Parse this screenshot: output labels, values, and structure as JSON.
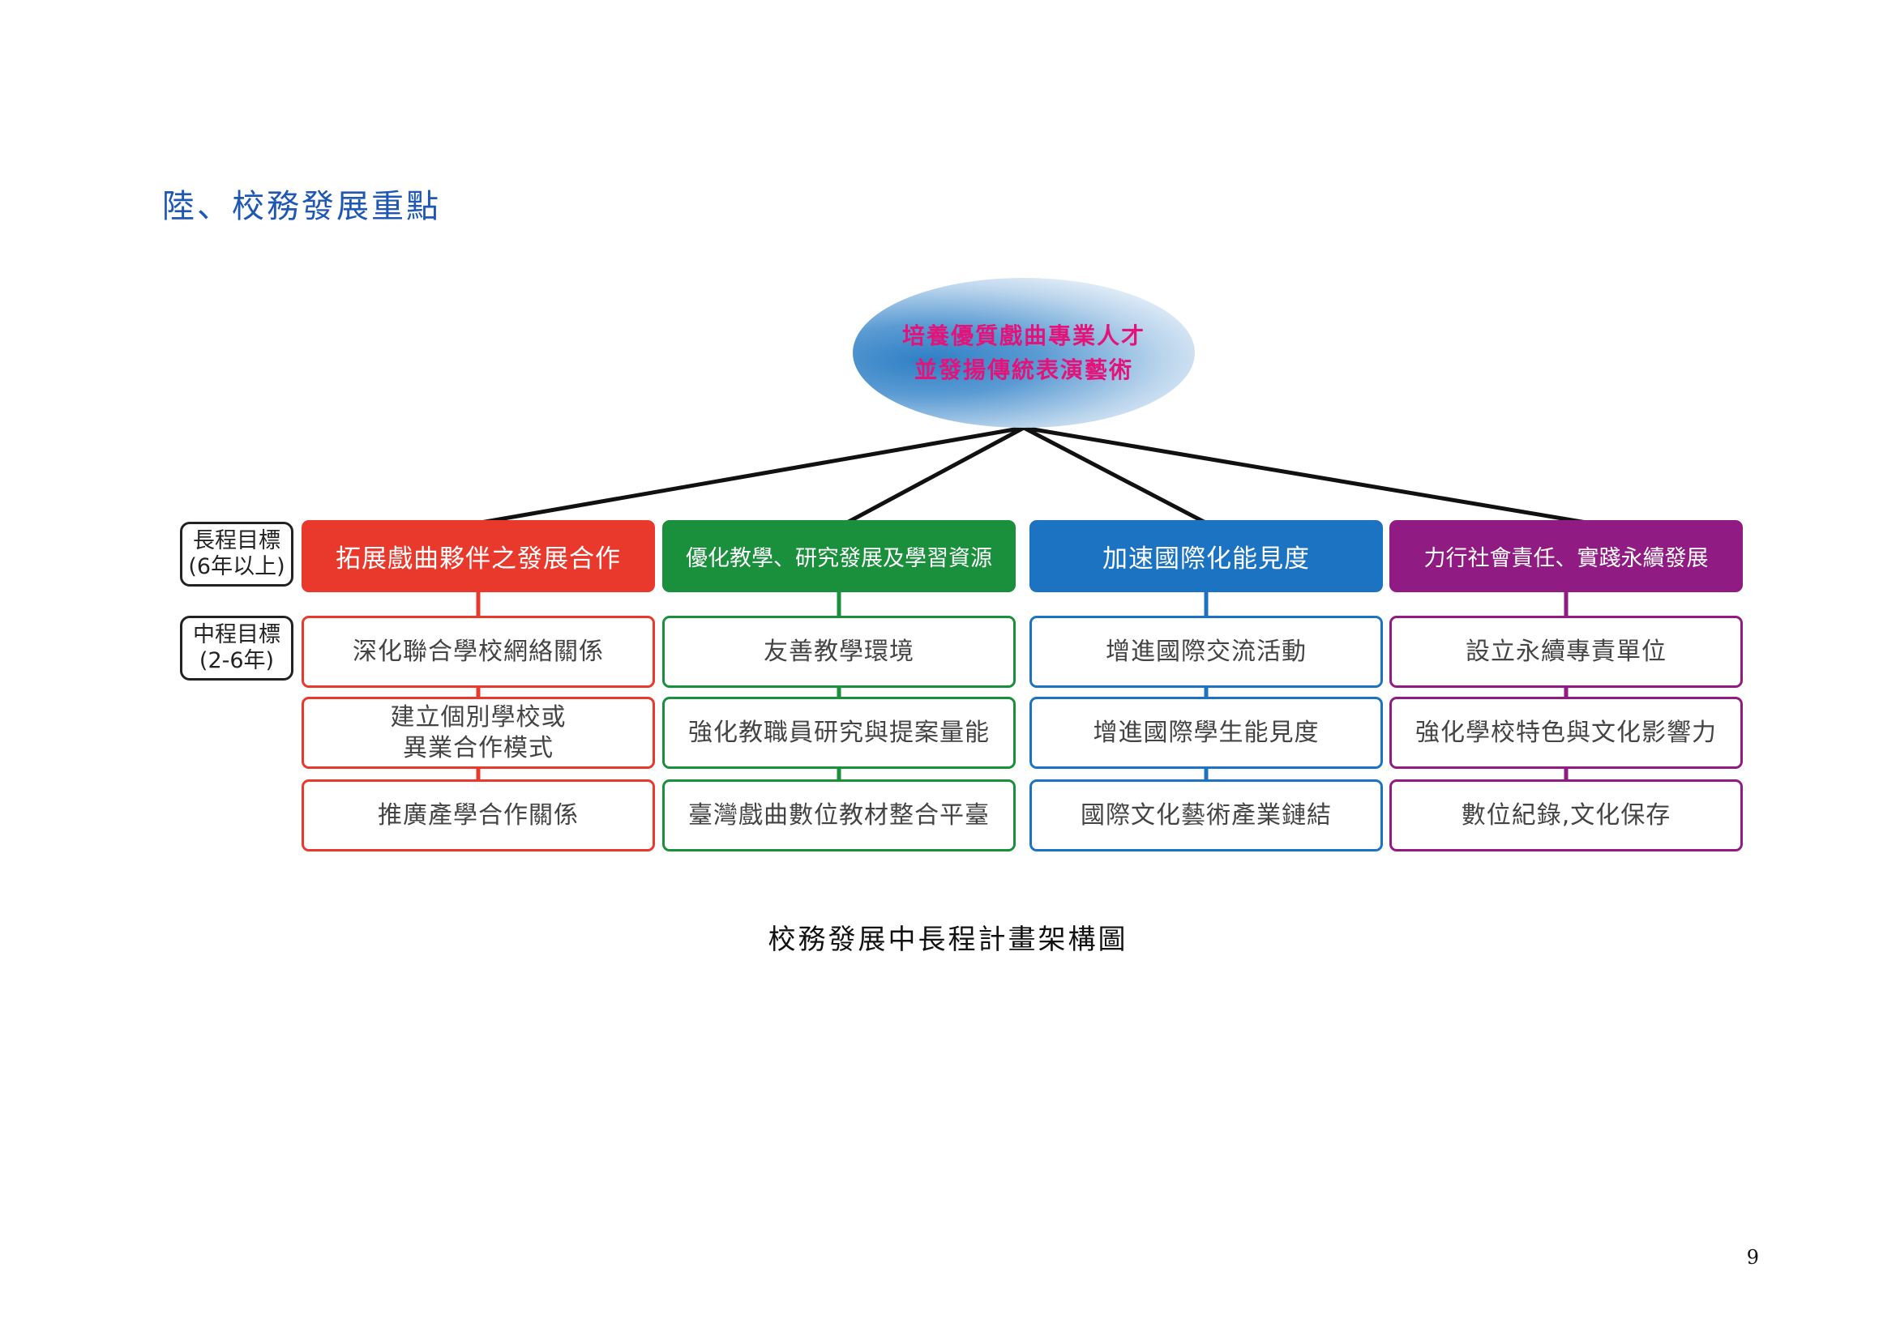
{
  "heading": "陸、校務發展重點",
  "vision": {
    "line1": "培養優質戲曲專業人才",
    "line2": "並發揚傳統表演藝術"
  },
  "levels": {
    "long": {
      "line1": "長程目標",
      "line2": "(6年以上)"
    },
    "mid": {
      "line1": "中程目標",
      "line2": "(2-6年)"
    }
  },
  "branches": [
    {
      "goal": "拓展戲曲夥伴之發展合作",
      "color": "#e8392c",
      "subs": [
        {
          "lines": [
            "深化聯合學校網絡關係"
          ]
        },
        {
          "lines": [
            "建立個別學校或",
            "異業合作模式"
          ]
        },
        {
          "lines": [
            "推廣產學合作關係"
          ]
        }
      ]
    },
    {
      "goal": "優化教學、研究發展及學習資源",
      "color": "#1a8f3c",
      "subs": [
        {
          "lines": [
            "友善教學環境"
          ]
        },
        {
          "lines": [
            "強化教職員研究與提案量能"
          ]
        },
        {
          "lines": [
            "臺灣戲曲數位教材整合平臺"
          ]
        }
      ]
    },
    {
      "goal": "加速國際化能見度",
      "color": "#1b73c1",
      "subs": [
        {
          "lines": [
            "增進國際交流活動"
          ]
        },
        {
          "lines": [
            "增進國際學生能見度"
          ]
        },
        {
          "lines": [
            "國際文化藝術產業鏈結"
          ]
        }
      ]
    },
    {
      "goal": "力行社會責任、實踐永續發展",
      "color": "#901b82",
      "subs": [
        {
          "lines": [
            "設立永續專責單位"
          ]
        },
        {
          "lines": [
            "強化學校特色與文化影響力"
          ]
        },
        {
          "lines": [
            "數位紀錄,文化保存"
          ]
        }
      ]
    }
  ],
  "caption": "校務發展中長程計畫架構圖",
  "page_number": "9"
}
